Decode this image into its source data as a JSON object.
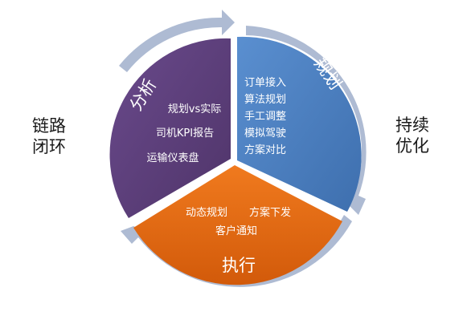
{
  "colors": {
    "analysis": "#5b3d7a",
    "planning": "#4a7dbf",
    "execution": "#e36a12",
    "ring": "#aebbd3",
    "text_on_segment": "#ffffff",
    "side_text": "#1a1a1a"
  },
  "left_label": {
    "line1": "链路",
    "line2": "闭环"
  },
  "right_label": {
    "line1": "持续",
    "line2": "优化"
  },
  "segments": {
    "analysis": {
      "title": "分析",
      "items": [
        "规划vs实际",
        "司机KPI报告",
        "运输仪表盘"
      ]
    },
    "planning": {
      "title": "规划",
      "items": [
        "订单接入",
        "算法规划",
        "手工调整",
        "模拟驾驶",
        "方案对比"
      ]
    },
    "execution": {
      "title": "执行",
      "items": [
        "动态规划",
        "方案下发",
        "客户通知"
      ]
    }
  }
}
